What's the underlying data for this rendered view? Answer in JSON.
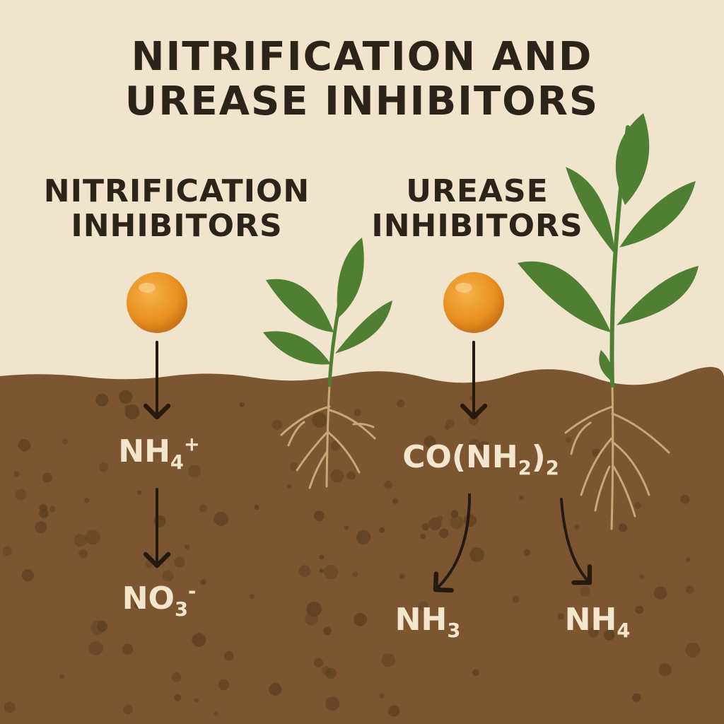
{
  "title": {
    "line1": "NITRIFICATION AND",
    "line2": "UREASE INHIBITORS"
  },
  "left_section": {
    "line1": "NITRIFICATION",
    "line2": "INHIBITORS",
    "formula_1": {
      "main": "NH",
      "sub": "4",
      "sup": "+"
    },
    "formula_2": {
      "main": "NO",
      "sub": "3",
      "sup": "-"
    }
  },
  "right_section": {
    "line1": "UREASE",
    "line2": "INHIBITORS",
    "formula_urea": {
      "p1": "CO(NH",
      "sub1": "2",
      "p2": ")",
      "sub2": "2"
    },
    "formula_ammonia": {
      "main": "NH",
      "sub": "3"
    },
    "formula_ammonium": {
      "main": "NH",
      "sub": "4"
    }
  },
  "colors": {
    "sky": "#f1e4cd",
    "soil": "#7b5630",
    "soil_speck": "#5e3f20",
    "text_dark": "#2b2418",
    "text_light": "#f3e6cd",
    "granule": "#e9901f",
    "leaf": "#4f7f32",
    "root": "#c8a878"
  }
}
